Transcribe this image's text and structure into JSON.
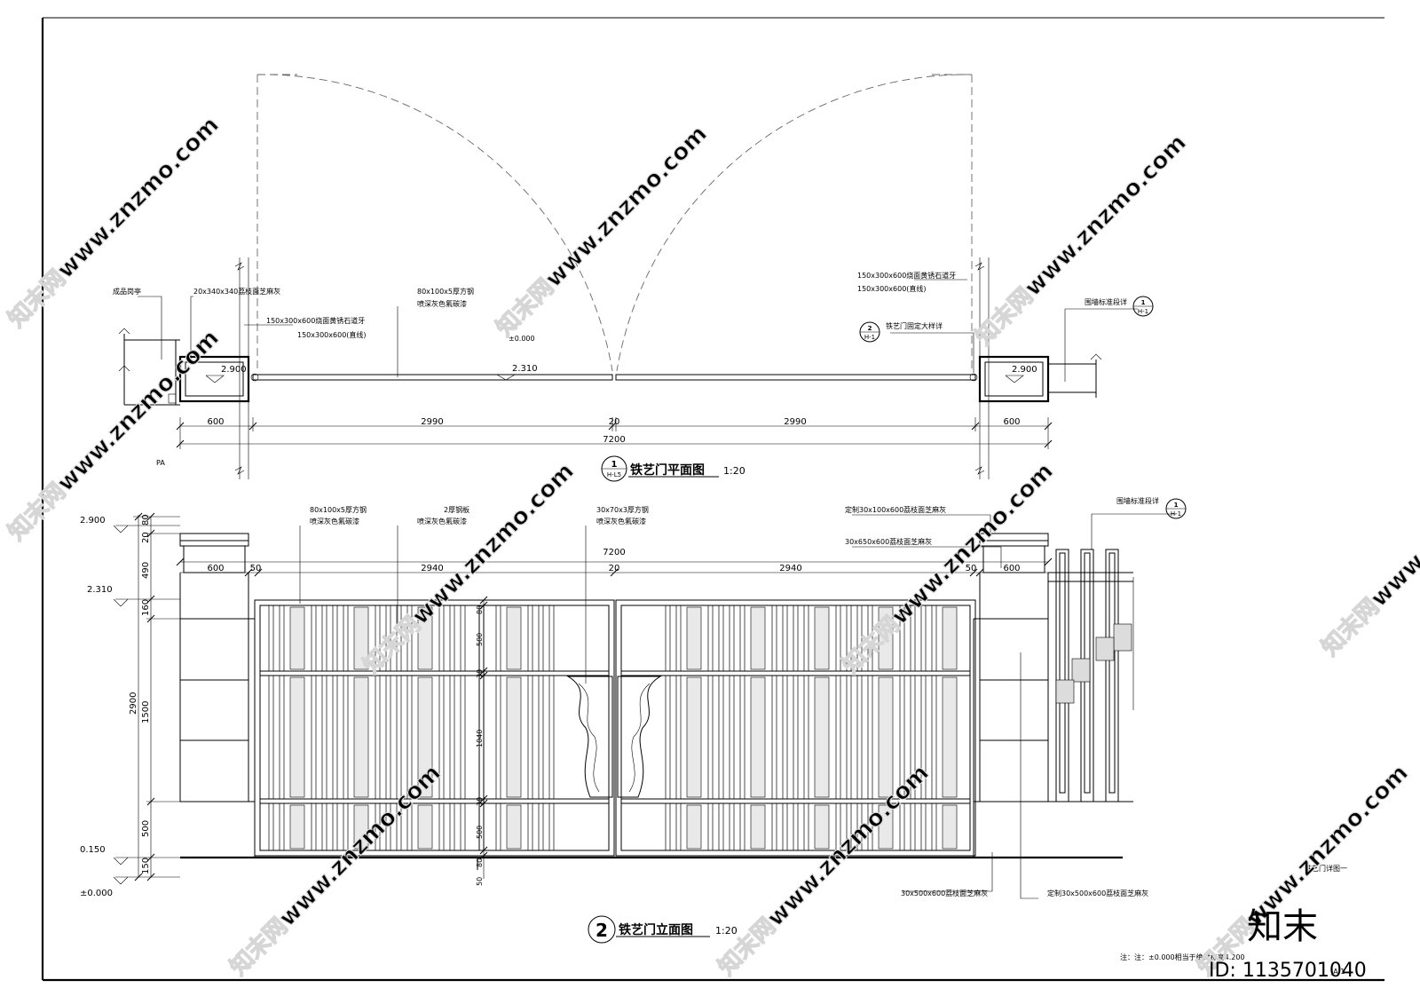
{
  "plan": {
    "title": "铁艺门平面图",
    "scale": "1:20",
    "symbol_num": "1",
    "symbol_ref": "H-L5",
    "labels": {
      "guard_booth": "成品岗亭",
      "cap_stone": "20x340x340荔枝面芝麻灰",
      "curb_l1": "150x300x600烧面黄锈石道牙",
      "curb_l2": "150x300x600(直线)",
      "steel_l1": "80x100x5厚方钢",
      "steel_l2": "喷深灰色氟碳漆",
      "zero": "±0.000",
      "level_gate": "2.310",
      "level_pier_l": "2.900",
      "level_pier_r": "2.900",
      "curb_r1": "150x300x600烧面黄锈石道牙",
      "curb_r2": "150x300x600(直线)",
      "fixed_detail": "铁艺门固定大样详",
      "wall_detail": "围墙标准段详",
      "pa": "PA",
      "sym2_num": "2",
      "sym2_ref": "H-1",
      "sym1_num": "1",
      "sym1_ref": "H-1"
    },
    "dims": [
      "600",
      "2990",
      "20",
      "2990",
      "600"
    ],
    "total": "7200"
  },
  "elevation": {
    "title": "铁艺门立面图",
    "scale": "1:20",
    "symbol_num": "2",
    "labels": {
      "steel_l1": "80x100x5厚方钢",
      "steel_l2": "喷深灰色氟碳漆",
      "plate_l1": "2厚钢板",
      "plate_l2": "喷深灰色氟碳漆",
      "tube_l1": "30x70x3厚方钢",
      "tube_l2": "喷深灰色氟碳漆",
      "custom_cap": "定制30x100x600荔枝面芝麻灰",
      "cap_650": "30x650x600荔枝面芝麻灰",
      "wall_detail": "围墙标准段详",
      "sym_num": "1",
      "sym_ref": "H-1",
      "base_500": "30x500x600荔枝面芝麻灰",
      "custom_base": "定制30x500x600荔枝面芝麻灰",
      "detail_title": "铁艺门详图一",
      "note": "注：注：±0.000相当于绝对标高4.200",
      "sheet_no": "JA 1"
    },
    "levels": [
      "2.900",
      "2.310",
      "0.150",
      "±0.000"
    ],
    "left_dims": [
      "80",
      "20",
      "490",
      "160",
      "1500",
      "500",
      "150"
    ],
    "left_total": "2900",
    "gate_dims": [
      "80",
      "500",
      "30",
      "1040",
      "30",
      "500",
      "80",
      "50"
    ],
    "top_total": "7200",
    "top_dims": [
      "600",
      "50",
      "2940",
      "20",
      "2940",
      "50",
      "600"
    ]
  },
  "watermark": {
    "text": "知末网www.znzmo.com",
    "brand": "知末",
    "id": "ID: 1135701040"
  }
}
